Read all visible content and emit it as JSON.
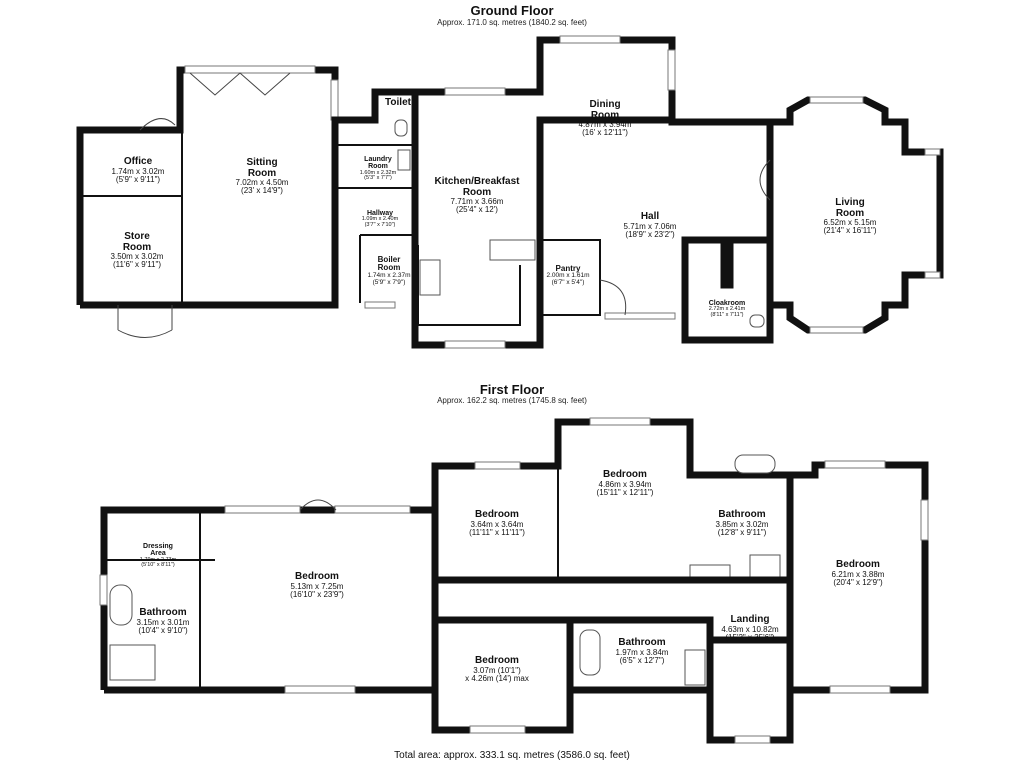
{
  "ground_floor": {
    "title": "Ground Floor",
    "area": "Approx. 171.0 sq. metres (1840.2 sq. feet)",
    "rooms": [
      {
        "name": "Toilet",
        "metric": "",
        "imperial": ""
      },
      {
        "name": "Dining\nRoom",
        "metric": "4.87m x 3.94m",
        "imperial": "(16' x 12'11\")"
      },
      {
        "name": "Office",
        "metric": "1.74m x 3.02m",
        "imperial": "(5'9\" x 9'11\")"
      },
      {
        "name": "Sitting\nRoom",
        "metric": "7.02m x 4.50m",
        "imperial": "(23' x 14'9\")"
      },
      {
        "name": "Laundry\nRoom",
        "metric": "1.60m x 2.32m",
        "imperial": "(5'3\" x 7'7\")"
      },
      {
        "name": "Kitchen/Breakfast\nRoom",
        "metric": "7.71m x 3.66m",
        "imperial": "(25'4\" x 12')"
      },
      {
        "name": "Living\nRoom",
        "metric": "6.52m x 5.15m",
        "imperial": "(21'4\" x 16'11\")"
      },
      {
        "name": "Hallway",
        "metric": "1.09m x 2.40m",
        "imperial": "(3'7\" x 7'10\")"
      },
      {
        "name": "Hall",
        "metric": "5.71m x 7.06m",
        "imperial": "(18'9\" x 23'2\")"
      },
      {
        "name": "Store\nRoom",
        "metric": "3.50m x 3.02m",
        "imperial": "(11'6\" x 9'11\")"
      },
      {
        "name": "Boiler\nRoom",
        "metric": "1.74m x 2.37m",
        "imperial": "(5'9\" x 7'9\")"
      },
      {
        "name": "Pantry",
        "metric": "2.00m x 1.61m",
        "imperial": "(6'7\" x 5'4\")"
      },
      {
        "name": "Cloakroom",
        "metric": "2.72m x 2.41m",
        "imperial": "(8'11\" x 7'11\")"
      }
    ]
  },
  "first_floor": {
    "title": "First Floor",
    "area": "Approx. 162.2 sq. metres (1745.8 sq. feet)",
    "rooms": [
      {
        "name": "Bedroom",
        "metric": "4.86m x 3.94m",
        "imperial": "(15'11\" x 12'11\")"
      },
      {
        "name": "Bedroom",
        "metric": "3.64m x 3.64m",
        "imperial": "(11'11\" x 11'11\")"
      },
      {
        "name": "Bathroom",
        "metric": "3.85m x 3.02m",
        "imperial": "(12'8\" x 9'11\")"
      },
      {
        "name": "Dressing\nArea",
        "metric": "1.79m x 2.73m",
        "imperial": "(5'10\" x 8'11\")"
      },
      {
        "name": "Bedroom",
        "metric": "6.21m x 3.88m",
        "imperial": "(20'4\" x 12'9\")"
      },
      {
        "name": "Bedroom",
        "metric": "5.13m x 7.25m",
        "imperial": "(16'10\" x 23'9\")"
      },
      {
        "name": "Bathroom",
        "metric": "3.15m x 3.01m",
        "imperial": "(10'4\" x 9'10\")"
      },
      {
        "name": "Landing",
        "metric": "4.63m x 10.82m",
        "imperial": "(15'2\" x 35'6\")"
      },
      {
        "name": "Bathroom",
        "metric": "1.97m x 3.84m",
        "imperial": "(6'5\" x 12'7\")"
      },
      {
        "name": "Bedroom",
        "metric": "3.07m (10'1\")",
        "imperial": "x 4.26m (14') max"
      }
    ]
  },
  "total_area": "Total area: approx. 333.1 sq. metres (3586.0 sq. feet)"
}
